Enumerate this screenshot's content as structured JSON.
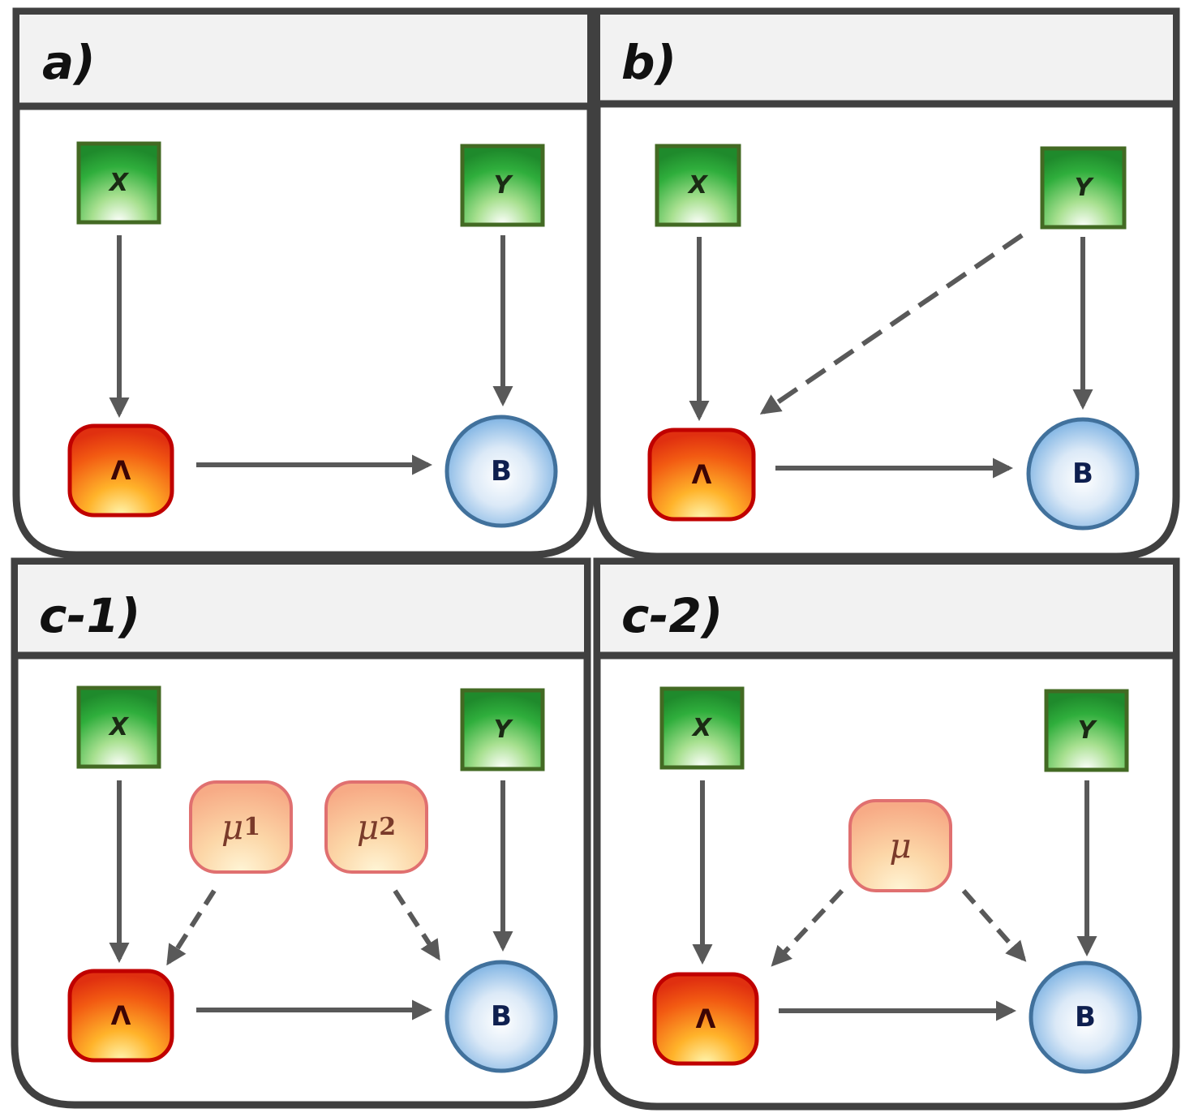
{
  "panels": [
    {
      "id": "a",
      "title": "a)",
      "nodes": {
        "x": "X",
        "y": "Y",
        "lambda": "Λ",
        "b": "B"
      }
    },
    {
      "id": "b",
      "title": "b)",
      "nodes": {
        "x": "X",
        "y": "Y",
        "lambda": "Λ",
        "b": "B"
      }
    },
    {
      "id": "c1",
      "title": "c-1)",
      "nodes": {
        "x": "X",
        "y": "Y",
        "lambda": "Λ",
        "b": "B",
        "mu1": "μ",
        "mu1_sub": "1",
        "mu2": "μ",
        "mu2_sub": "2"
      }
    },
    {
      "id": "c2",
      "title": "c-2)",
      "nodes": {
        "x": "X",
        "y": "Y",
        "lambda": "Λ",
        "b": "B",
        "mu": "μ"
      }
    }
  ],
  "colors": {
    "frame": "#404040",
    "header_fill": "#f2f2f2",
    "arrow": "#595959",
    "x_y_box_fill": "#2fae3c",
    "x_y_box_border": "#436a23",
    "lambda_fill": "#e8400c",
    "lambda_border": "#c00000",
    "b_fill": "#7aaede",
    "b_border": "#41719c",
    "mu_fill": "#f8b890",
    "mu_border": "#e07070"
  }
}
